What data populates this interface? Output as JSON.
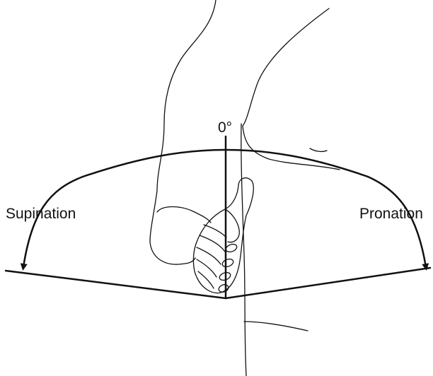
{
  "labels": {
    "zero": "0°",
    "supination": "Supination",
    "pronation": "Pronation"
  },
  "colors": {
    "ink": "#111111",
    "background": "#ffffff"
  }
}
